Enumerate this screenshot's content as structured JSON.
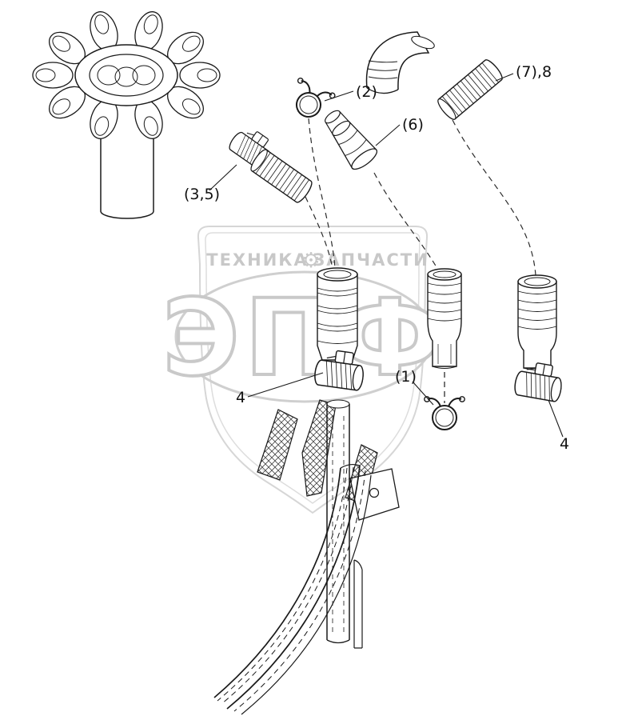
{
  "diagram": {
    "labels": {
      "part_2": "(2)",
      "part_6": "(6)",
      "part_7_8": "(7),8",
      "part_3_5": "(3,5)",
      "part_4_center": "4",
      "part_1": "(1)",
      "part_4_right": "4"
    },
    "watermark": {
      "brand_left": "ТЕХНИКА",
      "brand_right": "ЗАПЧАСТИ",
      "gear_icon": "⚙",
      "logo_text": "ЭПФ",
      "color": "#c9c9c9",
      "shield_color": "#d6d6d6"
    },
    "line_color": "#1a1a1a"
  }
}
